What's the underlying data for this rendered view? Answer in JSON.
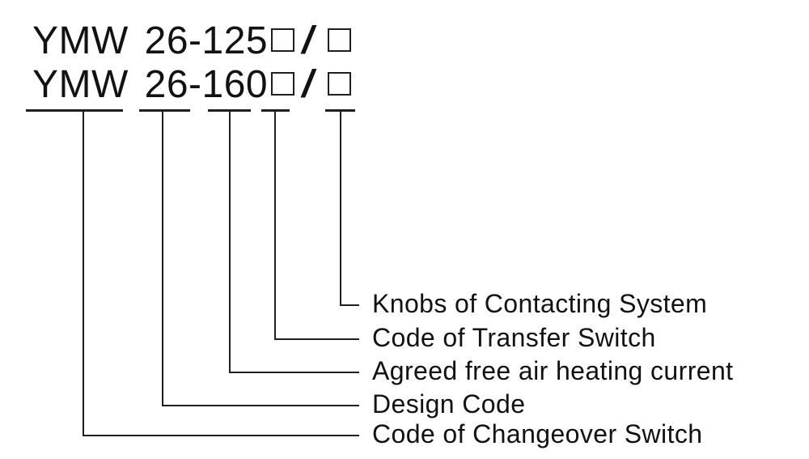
{
  "models": [
    {
      "prefix": "YMW 26-125",
      "slash": "/"
    },
    {
      "prefix": "YMW 26-160",
      "slash": "/"
    }
  ],
  "labels": [
    {
      "text": "Knobs of Contacting System"
    },
    {
      "text": "Code of Transfer Switch"
    },
    {
      "text": "Agreed free air heating current"
    },
    {
      "text": "Design Code"
    },
    {
      "text": "Code of Changeover Switch"
    }
  ],
  "colors": {
    "text": "#121212",
    "line": "#1f1f1f",
    "background": "#ffffff"
  }
}
